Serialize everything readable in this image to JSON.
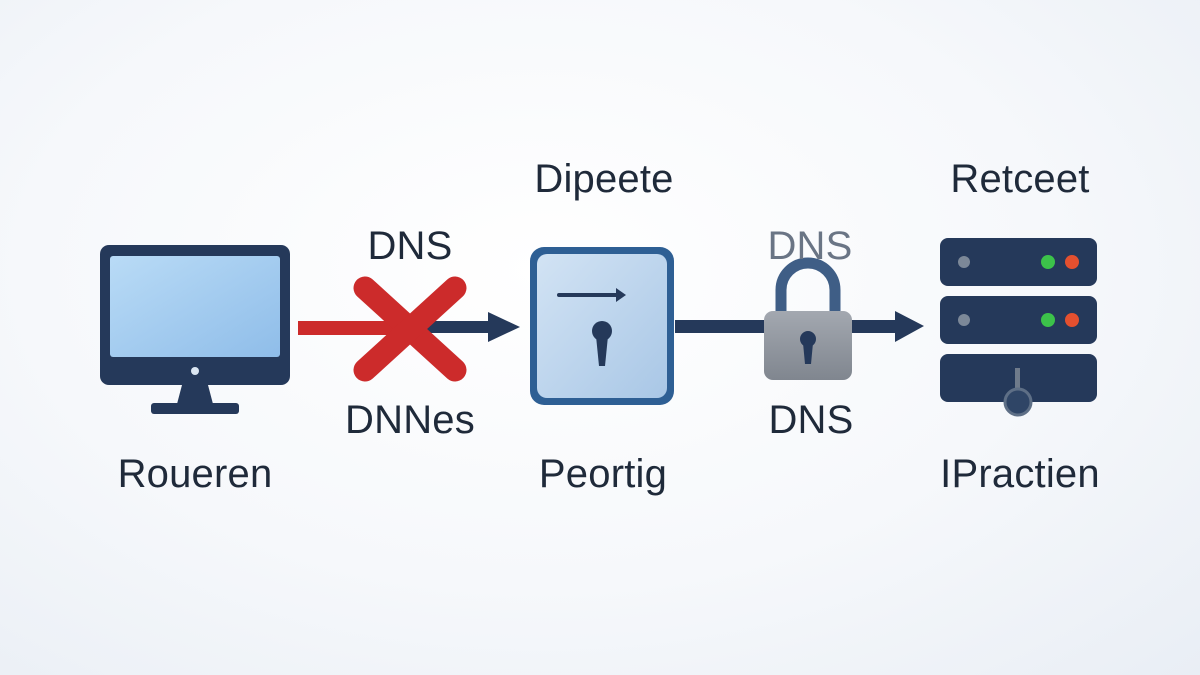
{
  "nodes": {
    "monitor_label": "Roueren",
    "gateway_top_label": "Dipeete",
    "gateway_bottom_label": "Peortig",
    "server_top_label": "Retceet",
    "server_bottom_label": "IPractien"
  },
  "links": {
    "blocked_top_label": "DNS",
    "blocked_bottom_label": "DNNes",
    "secure_top_label": "DNS",
    "secure_bottom_label": "DNS"
  },
  "colors": {
    "navy": "#25395a",
    "screen_blue": "#9ec9ef",
    "blocked_red": "#cc2b2b",
    "lock_gray": "#8e949c",
    "lock_shackle": "#3f5e86",
    "led_green": "#3cc24a",
    "led_red": "#e4502f",
    "gateway_fill": "#b5cfea"
  },
  "icons": {
    "monitor": "monitor-icon",
    "blocked": "x-mark-icon",
    "gateway": "keyhole-panel-icon",
    "lock": "padlock-icon",
    "server": "server-rack-icon"
  }
}
